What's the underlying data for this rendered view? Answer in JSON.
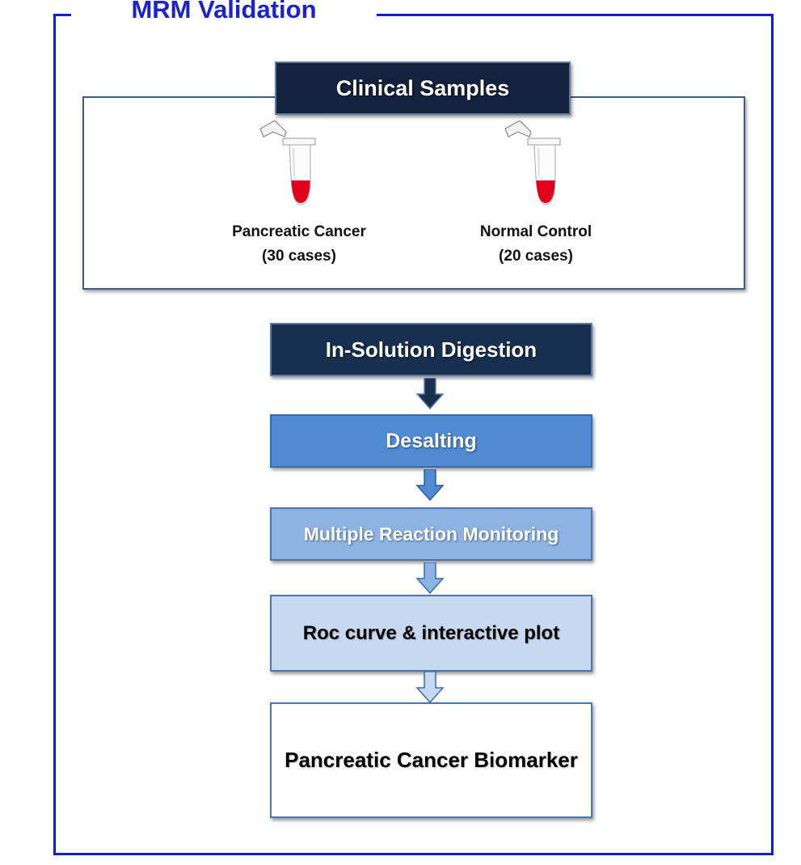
{
  "frame": {
    "title": "MRM Validation"
  },
  "clinical_samples": {
    "title": "Clinical Samples",
    "samples": [
      {
        "name": "Pancreatic Cancer",
        "count": "(30 cases)"
      },
      {
        "name": "Normal Control",
        "count": "(20 cases)"
      }
    ]
  },
  "workflow": {
    "steps": [
      {
        "label": "In-Solution Digestion"
      },
      {
        "label": "Desalting"
      },
      {
        "label": "Multiple Reaction Monitoring"
      },
      {
        "label": "Roc curve & interactive  plot"
      },
      {
        "label": "Pancreatic Cancer Biomarker"
      }
    ]
  },
  "colors": {
    "frame_border": "#0f1ec8",
    "header_dark": "#13223d",
    "step_digestion": "#17304f",
    "step_desalting": "#4f8ad3",
    "step_mrm": "#8db3e2",
    "step_roc": "#c6d9f0",
    "step_biomarker": "#ffffff",
    "tube_liquid": "#e0001b"
  }
}
